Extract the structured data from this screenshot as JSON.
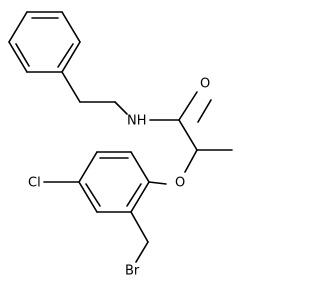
{
  "molecule": {
    "atoms": {
      "amide_nitrogen": "NH",
      "carbonyl_oxygen": "O",
      "ether_oxygen": "O",
      "chlorine": "Cl",
      "bromine": "Br"
    },
    "colors": {
      "bond": "#000000",
      "label": "#000000",
      "background": "#ffffff"
    }
  }
}
